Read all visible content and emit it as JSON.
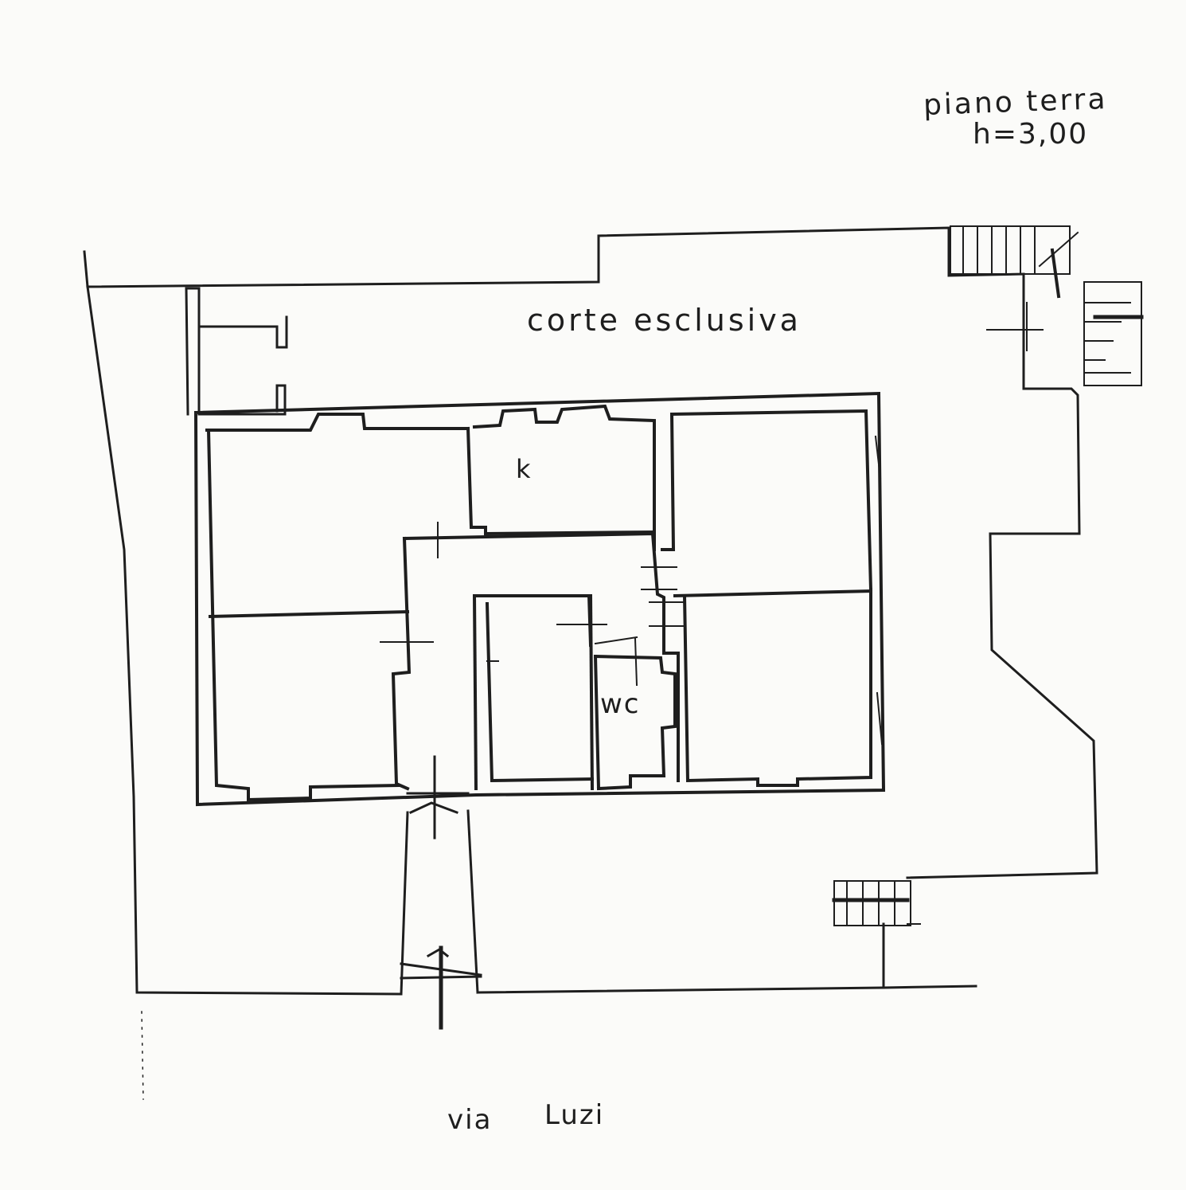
{
  "sheet": {
    "floor_title": "piano terra",
    "floor_height": "h=3,00",
    "court_label": "corte esclusiva",
    "street_label": [
      "via",
      "Luzi"
    ]
  },
  "rooms": {
    "kitchen": "k",
    "bathroom": "wc"
  },
  "colors": {
    "ink": "#1e1e1e",
    "paper": "#fbfbf9"
  }
}
